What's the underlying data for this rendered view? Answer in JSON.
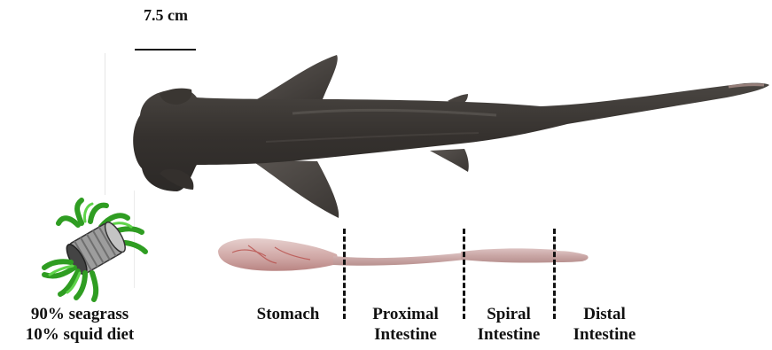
{
  "scale_bar": {
    "label": "7.5 cm"
  },
  "diet": {
    "line1": "90% seagrass",
    "line2": "10% squid diet"
  },
  "gut_sections": [
    {
      "id": "stomach",
      "line1": "Stomach",
      "line2": ""
    },
    {
      "id": "proximal",
      "line1": "Proximal",
      "line2": "Intestine"
    },
    {
      "id": "spiral",
      "line1": "Spiral",
      "line2": "Intestine"
    },
    {
      "id": "distal",
      "line1": "Distal",
      "line2": "Intestine"
    }
  ],
  "colors": {
    "shark_body": "#3d3935",
    "shark_belly_highlight": "#6a6560",
    "intestine": "#c9a9a7",
    "stomach": "#d8b2b0",
    "seagrass": "#3cb42a",
    "can": "#9a9a9a",
    "divider": "#111111"
  },
  "icons": {
    "diet_icon": "seagrass-can-icon"
  }
}
